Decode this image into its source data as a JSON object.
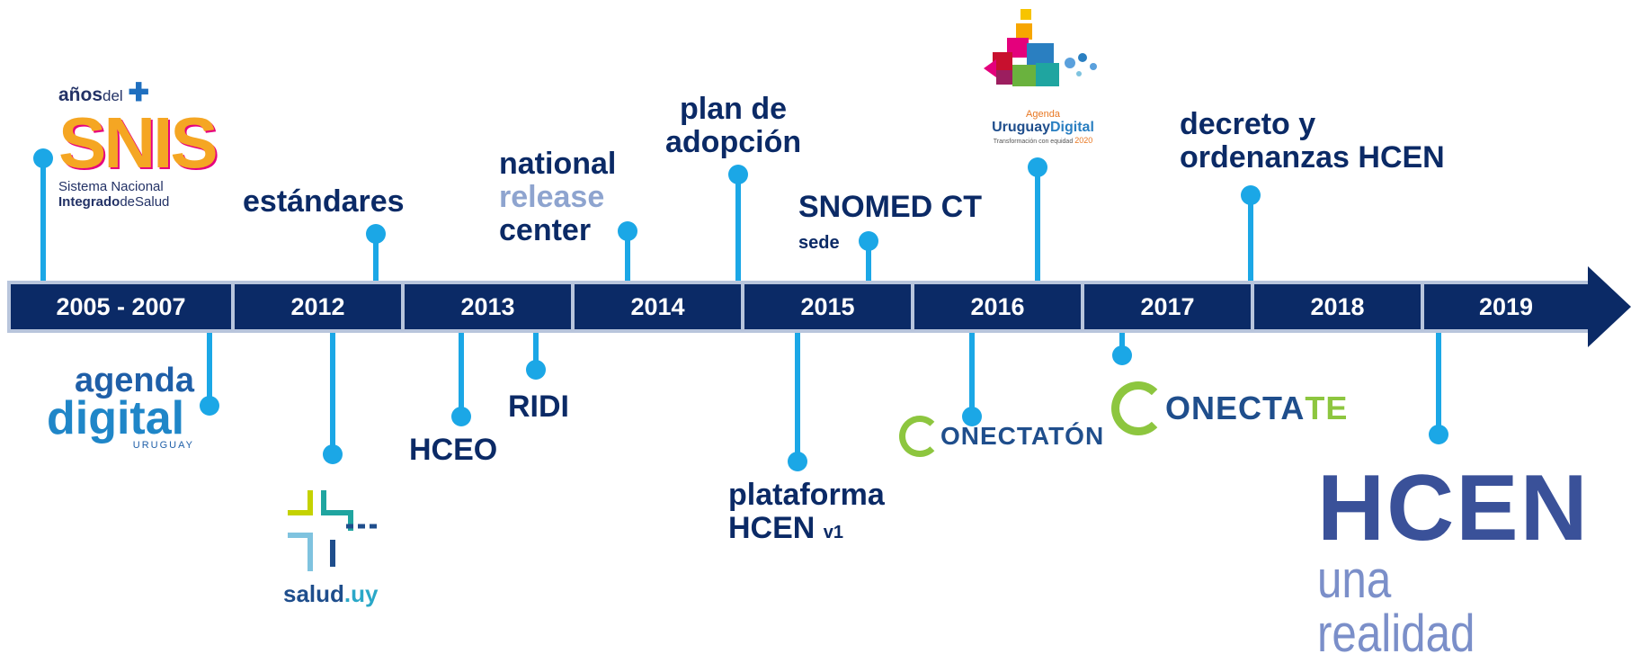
{
  "timeline": {
    "years": [
      "2005 - 2007",
      "2012",
      "2013",
      "2014",
      "2015",
      "2016",
      "2017",
      "2018",
      "2019"
    ]
  },
  "milestones": {
    "estandares": "estándares",
    "nrc_1": "national",
    "nrc_2": "release",
    "nrc_3": "center",
    "plan_1": "plan de",
    "plan_2": "adopción",
    "snomed": "SNOMED CT",
    "snomed_sub": "sede",
    "decreto_1": "decreto y",
    "decreto_2": "ordenanzas HCEN",
    "hceo": "HCEO",
    "ridi": "RIDI",
    "plataforma_1": "plataforma",
    "plataforma_2": "HCEN",
    "plataforma_v": "v1"
  },
  "logos": {
    "snis_top_1": "años",
    "snis_top_2": "del",
    "snis_word": "SNIS",
    "snis_line1": "Sistema Nacional",
    "snis_line2a": "Integrado",
    "snis_line2b": "de",
    "snis_line2c": "Salud",
    "agenda_1": "agenda",
    "agenda_2": "digital",
    "agenda_3": "URUGUAY",
    "salud_1": "salud",
    "salud_2": ".uy",
    "conectaton": "ONECTATÓN",
    "conectate_a": "ONECTA",
    "conectate_b": "TE",
    "aud_small": "Agenda",
    "aud_main_a": "Uruguay",
    "aud_main_b": "Digital",
    "aud_year": "2020",
    "aud_tag": "Transformación con equidad",
    "hcen_big": "HCEN",
    "hcen_sub": "una realidad"
  },
  "colors": {
    "navy": "#0b2a66",
    "accent": "#1ba7e6",
    "bar_outline": "#b8c5dc",
    "light_text": "#8ea4cf"
  }
}
